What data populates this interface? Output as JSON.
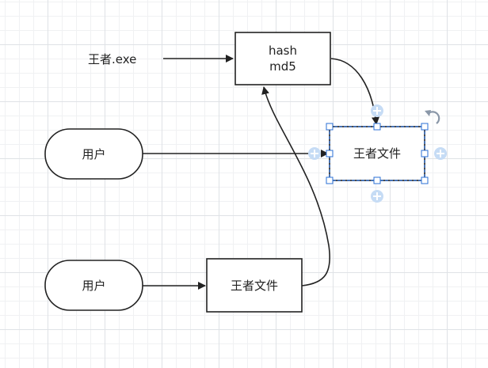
{
  "diagram": {
    "nodes": {
      "exe_label": "王者.exe",
      "hash_box": {
        "line1": "hash",
        "line2": "md5"
      },
      "user_top": "用户",
      "file_selected": "王者文件",
      "user_bottom": "用户",
      "file_bottom": "王者文件"
    },
    "colors": {
      "stroke": "#222222",
      "selection": "#2a6fd6",
      "handle_fill": "#ffffff",
      "connector_plus": "#c6dcf5",
      "rotate_icon": "#8a97a8"
    },
    "icons": [
      "add-connection-icon",
      "rotate-icon"
    ]
  }
}
